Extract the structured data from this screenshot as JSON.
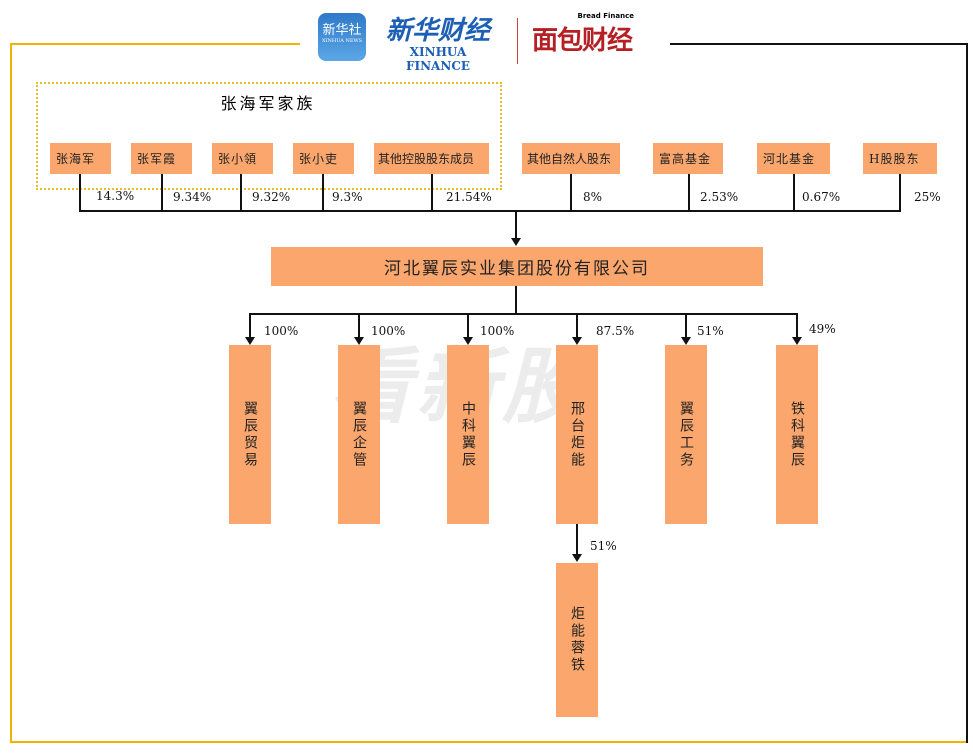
{
  "header": {
    "logo1_badge": "新华社",
    "logo1_badge_sub": "XINHUA NEWS",
    "logo1_name": "新华财经",
    "logo1_en": "XINHUA FINANCE",
    "logo2_name": "面包财经",
    "logo2_en": "Bread Finance"
  },
  "watermark": "看新股",
  "family": {
    "title": "张海军家族"
  },
  "shareholders": [
    {
      "name": "张海军",
      "pct": "14.3%"
    },
    {
      "name": "张军霞",
      "pct": "9.34%"
    },
    {
      "name": "张小領",
      "pct": "9.32%"
    },
    {
      "name": "张小吏",
      "pct": "9.3%"
    },
    {
      "name": "其他控股股东成员",
      "pct": "21.54%"
    },
    {
      "name": "其他自然人股东",
      "pct": "8%"
    },
    {
      "name": "富高基金",
      "pct": "2.53%"
    },
    {
      "name": "河北基金",
      "pct": "0.67%"
    },
    {
      "name": "H股股东",
      "pct": "25%"
    }
  ],
  "company": {
    "name": "河北翼辰实业集团股份有限公司"
  },
  "subsidiaries": [
    {
      "name": "翼辰贸易",
      "pct": "100%"
    },
    {
      "name": "翼辰企管",
      "pct": "100%"
    },
    {
      "name": "中科翼辰",
      "pct": "100%"
    },
    {
      "name": "邢台炬能",
      "pct": "87.5%"
    },
    {
      "name": "翼辰工务",
      "pct": "51%"
    },
    {
      "name": "铁科翼辰",
      "pct": "49%"
    }
  ],
  "grandchild": {
    "name": "炬能蓉铁",
    "pct": "51%"
  },
  "colors": {
    "box": "#FBA66C",
    "frame_orange": "#F0B400"
  }
}
